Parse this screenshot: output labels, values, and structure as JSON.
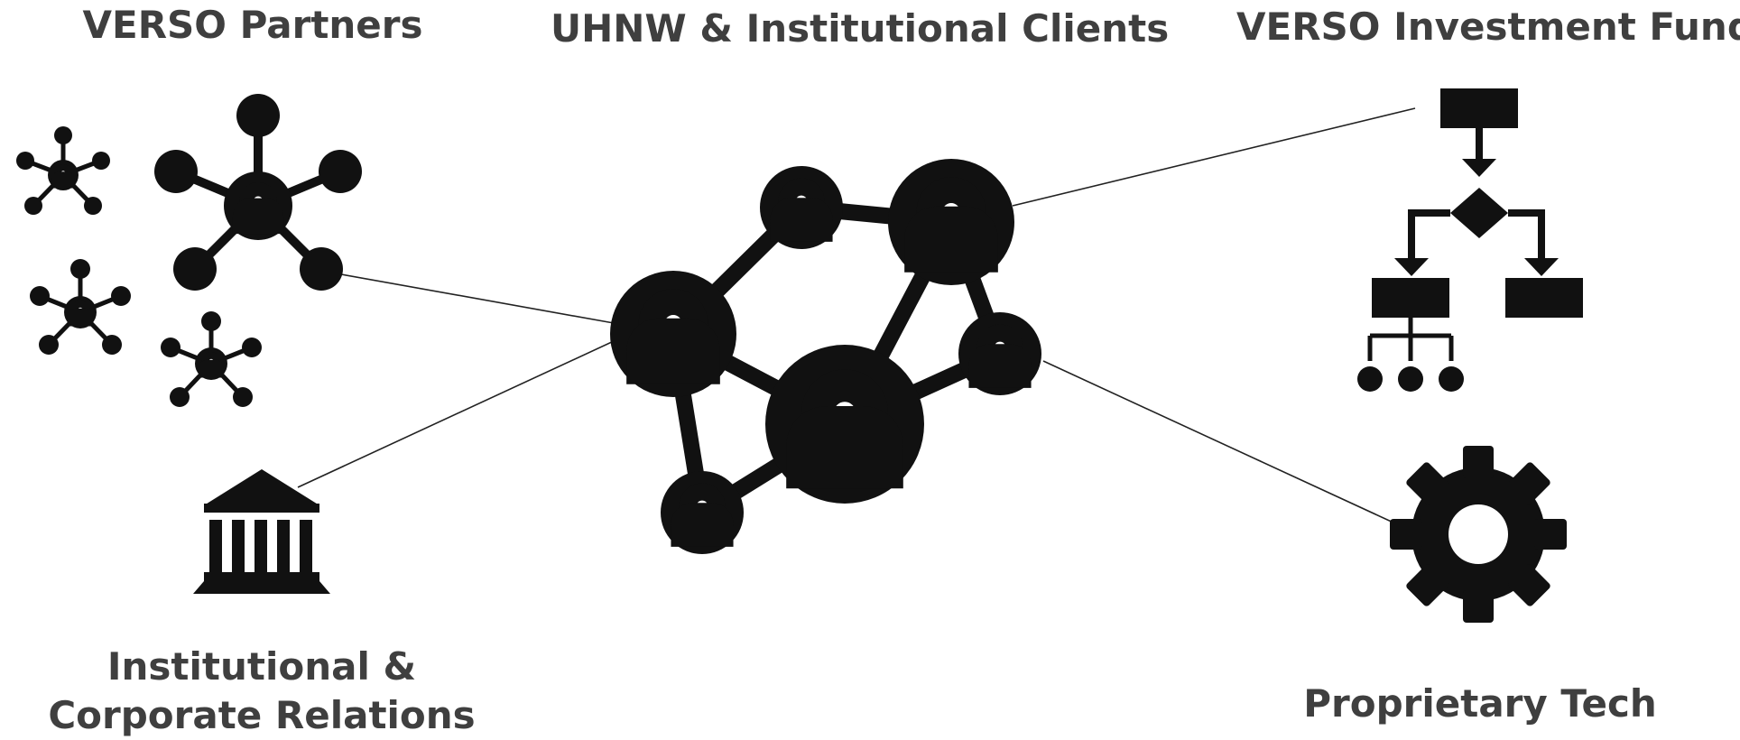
{
  "labels": {
    "partners": "VERSO Partners",
    "clients": "UHNW & Institutional Clients",
    "funds": "VERSO Investment Funds",
    "relations": "Institutional & Corporate Relations",
    "tech": "Proprietary Tech"
  },
  "icons": {
    "partners": "partner-network-icon",
    "relations": "institution-building-icon",
    "clients": "client-network-icon",
    "funds": "flowchart-icon",
    "tech": "gear-icon"
  },
  "colors": {
    "icon": "#111111",
    "label": "#3f3f3f",
    "connector": "#222222",
    "background": "#ffffff"
  }
}
